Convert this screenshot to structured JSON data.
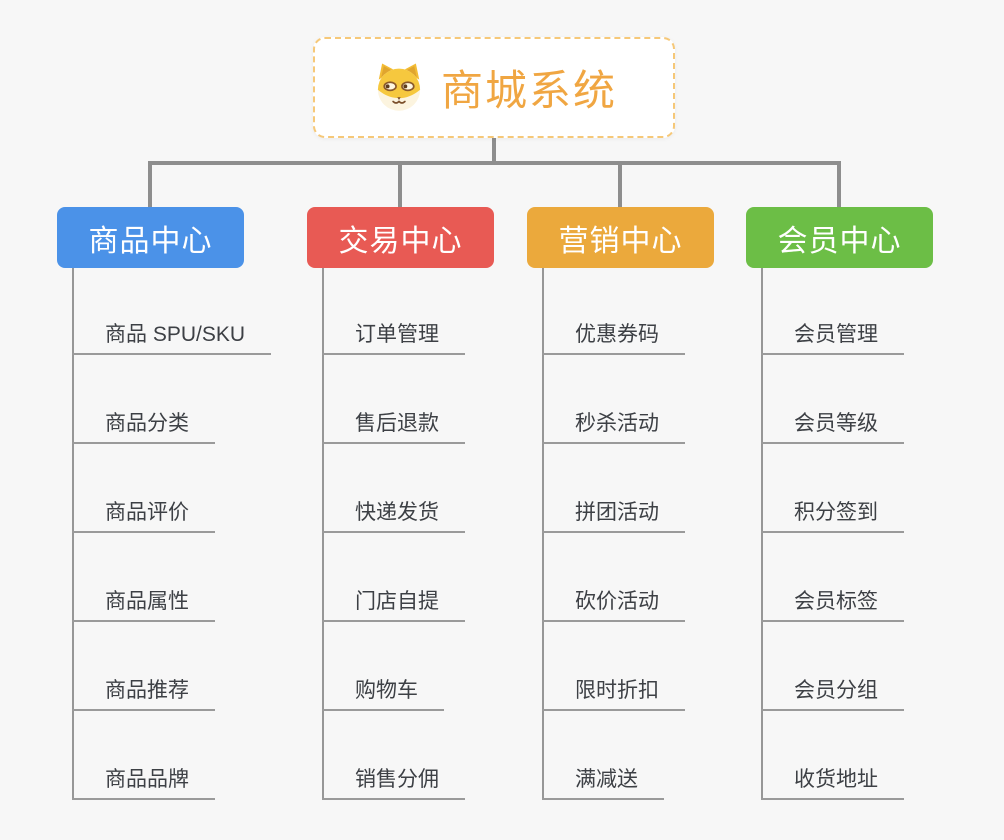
{
  "root": {
    "label": "商城系统",
    "icon": "dog-face-icon"
  },
  "branches": [
    {
      "label": "商品中心",
      "color": "#4b92e8",
      "children": [
        "商品 SPU/SKU",
        "商品分类",
        "商品评价",
        "商品属性",
        "商品推荐",
        "商品品牌"
      ]
    },
    {
      "label": "交易中心",
      "color": "#e85a54",
      "children": [
        "订单管理",
        "售后退款",
        "快递发货",
        "门店自提",
        "购物车",
        "销售分佣"
      ]
    },
    {
      "label": "营销中心",
      "color": "#eba93c",
      "children": [
        "优惠券码",
        "秒杀活动",
        "拼团活动",
        "砍价活动",
        "限时折扣",
        "满减送"
      ]
    },
    {
      "label": "会员中心",
      "color": "#6cbe46",
      "children": [
        "会员管理",
        "会员等级",
        "积分签到",
        "会员标签",
        "会员分组",
        "收货地址"
      ]
    }
  ],
  "colors": {
    "background": "#f7f7f7",
    "connector": "#8e8e8e",
    "underline": "#9a9a9a",
    "root_text": "#f0a642",
    "root_border": "#f6c878",
    "child_text": "#3d4045"
  }
}
